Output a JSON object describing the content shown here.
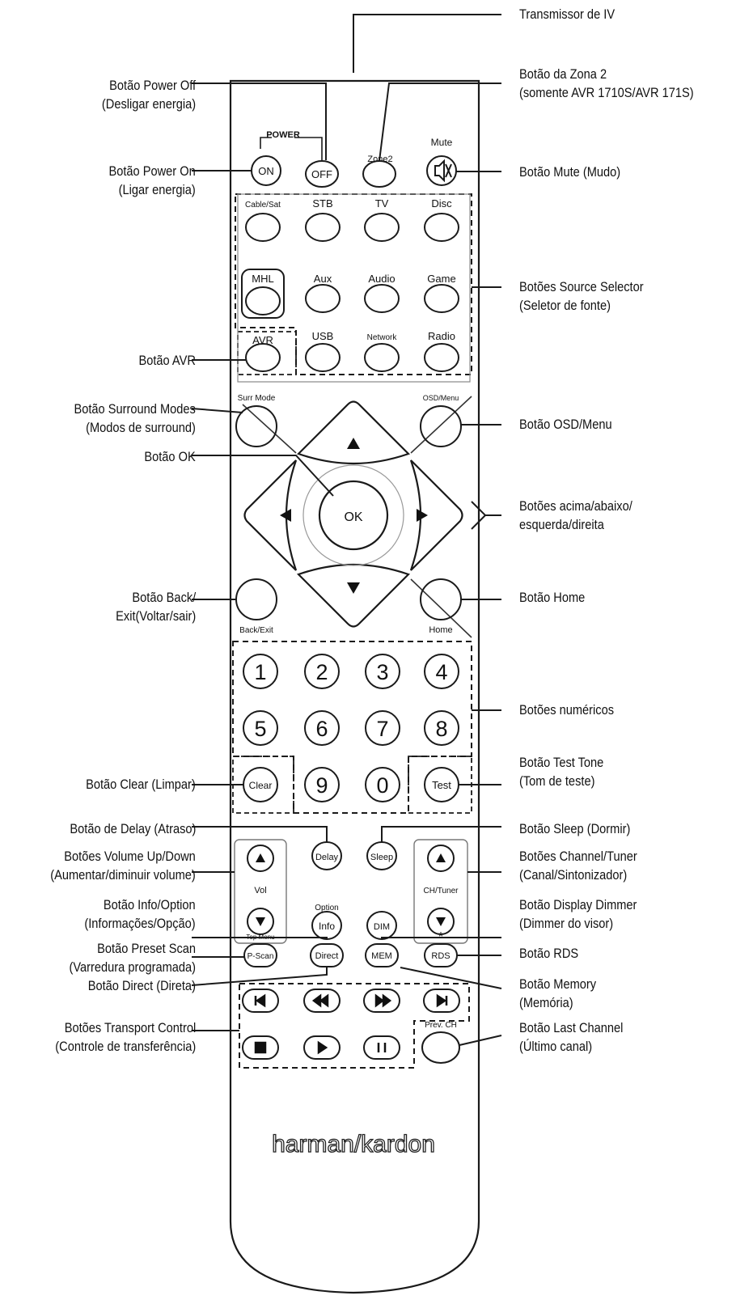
{
  "remote": {
    "brand": "harman/kardon",
    "power_heading": "POWER",
    "buttons": {
      "on": "ON",
      "off": "OFF",
      "zone2": "Zone2",
      "mute": "Mute",
      "cable_sat": "Cable/Sat",
      "stb": "STB",
      "tv": "TV",
      "disc": "Disc",
      "mhl": "MHL",
      "aux": "Aux",
      "audio": "Audio",
      "game": "Game",
      "avr": "AVR",
      "usb": "USB",
      "network": "Network",
      "radio": "Radio",
      "surr_mode": "Surr Mode",
      "osd_menu": "OSD/Menu",
      "ok": "OK",
      "back_exit": "Back/Exit",
      "home": "Home",
      "digits": [
        "1",
        "2",
        "3",
        "4",
        "5",
        "6",
        "7",
        "8",
        "9",
        "0"
      ],
      "clear": "Clear",
      "test": "Test",
      "delay": "Delay",
      "sleep": "Sleep",
      "vol": "Vol",
      "ch_tuner": "CH/Tuner",
      "option": "Option",
      "info": "Info",
      "dim": "DIM",
      "top_menu": "Top Menu",
      "p_scan": "P-Scan",
      "direct": "Direct",
      "mem": "MEM",
      "rds_star": "*",
      "rds": "RDS",
      "prev_ch": "Prev. CH"
    }
  },
  "callouts": {
    "transmissor": [
      "Transmissor de IV"
    ],
    "power_off": [
      "Botão Power Off",
      "(Desligar energia)"
    ],
    "zona2": [
      "Botão da Zona 2",
      "(somente AVR 1710S/AVR 171S)"
    ],
    "power_on": [
      "Botão Power On",
      "(Ligar energia)"
    ],
    "mute": [
      "Botão Mute (Mudo)"
    ],
    "source_selector": [
      "Botões Source Selector",
      "(Seletor de fonte)"
    ],
    "avr": [
      "Botão AVR"
    ],
    "surround": [
      "Botão Surround Modes",
      "(Modos de surround)"
    ],
    "osd": [
      "Botão OSD/Menu"
    ],
    "ok": [
      "Botão OK"
    ],
    "arrows": [
      "Botões acima/abaixo/",
      "esquerda/direita"
    ],
    "back": [
      "Botão Back/",
      "Exit(Voltar/sair)"
    ],
    "home": [
      "Botão Home"
    ],
    "numeric": [
      "Botões numéricos"
    ],
    "test": [
      "Botão Test Tone",
      "(Tom de teste)"
    ],
    "clear": [
      "Botão Clear (Limpar)"
    ],
    "delay": [
      "Botão de Delay (Atraso)"
    ],
    "sleep": [
      "Botão Sleep (Dormir)"
    ],
    "volume": [
      "Botões Volume Up/Down",
      "(Aumentar/diminuir volume)"
    ],
    "channel": [
      "Botões Channel/Tuner",
      "(Canal/Sintonizador)"
    ],
    "info": [
      "Botão Info/Option",
      "(Informações/Opção)"
    ],
    "dimmer": [
      "Botão Display Dimmer",
      "(Dimmer do visor)"
    ],
    "preset": [
      "Botão Preset Scan",
      "(Varredura programada)"
    ],
    "rds": [
      "Botão RDS"
    ],
    "direct": [
      "Botão Direct (Direta)"
    ],
    "memory": [
      "Botão Memory",
      "(Memória)"
    ],
    "transport": [
      "Botões Transport Control",
      "(Controle de transferência)"
    ],
    "last_channel": [
      "Botão Last Channel",
      "(Último canal)"
    ]
  }
}
